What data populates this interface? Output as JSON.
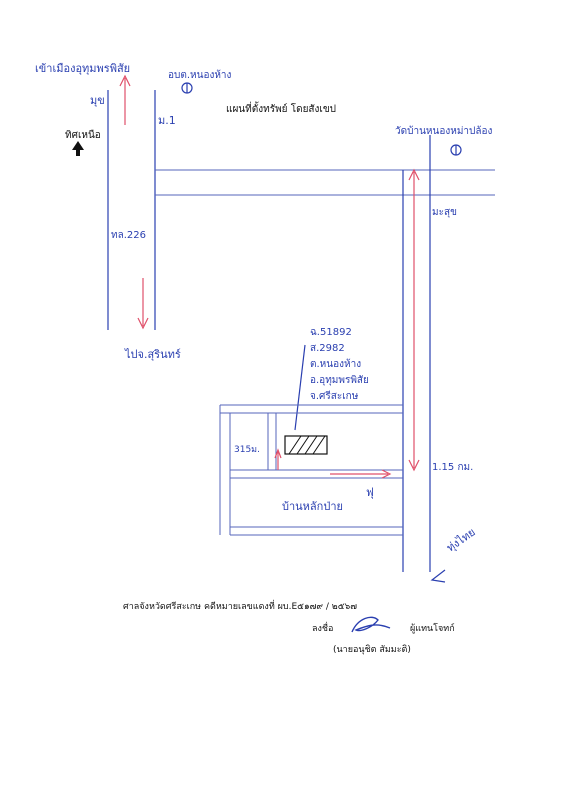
{
  "map": {
    "title": "แผนที่ตั้งทรัพย์ โดยสังเขป",
    "north_label": "ทิศเหนือ",
    "to_uthumphon": "เข้าเมืองอุทุมพรพิสัย",
    "road_mark_top": "มุข",
    "district_office": "อบต.หนองห้าง",
    "road_code": "ม.1",
    "road_number": "ทล.226",
    "to_surin": "ไปจ.สุรินทร์",
    "temple": "วัดบ้านหนองหม่าปล้อง",
    "road_mark_right": "มะสุข",
    "deed_info": [
      "ฉ.51892",
      "ส.2982",
      "ต.หนองห้าง",
      "อ.อุทุมพรพิสัย",
      "จ.ศรีสะเกษ"
    ],
    "side_distance": "315ม.",
    "distance": "1.15 กม.",
    "village_label": "บ้านหลักป่าย",
    "village_mark": "ฟุ",
    "bottom_mark": "ทุ่งไทย"
  },
  "footer": {
    "court_line": "ศาลจังหวัดศรีสะเกษ  คดีหมายเลขแดงที่ ผบ.E๕๑๗๙ / ๒๕๖๗",
    "sign_label": "ลงชื่อ",
    "signer_role": "ผู้แทนโจทก์",
    "signer_name": "(นายอนุชิต  สัมมะติ)"
  },
  "colors": {
    "pen_blue": "#2a3fb0",
    "arrow_red": "#e0506a",
    "road_line": "#5566bb"
  }
}
